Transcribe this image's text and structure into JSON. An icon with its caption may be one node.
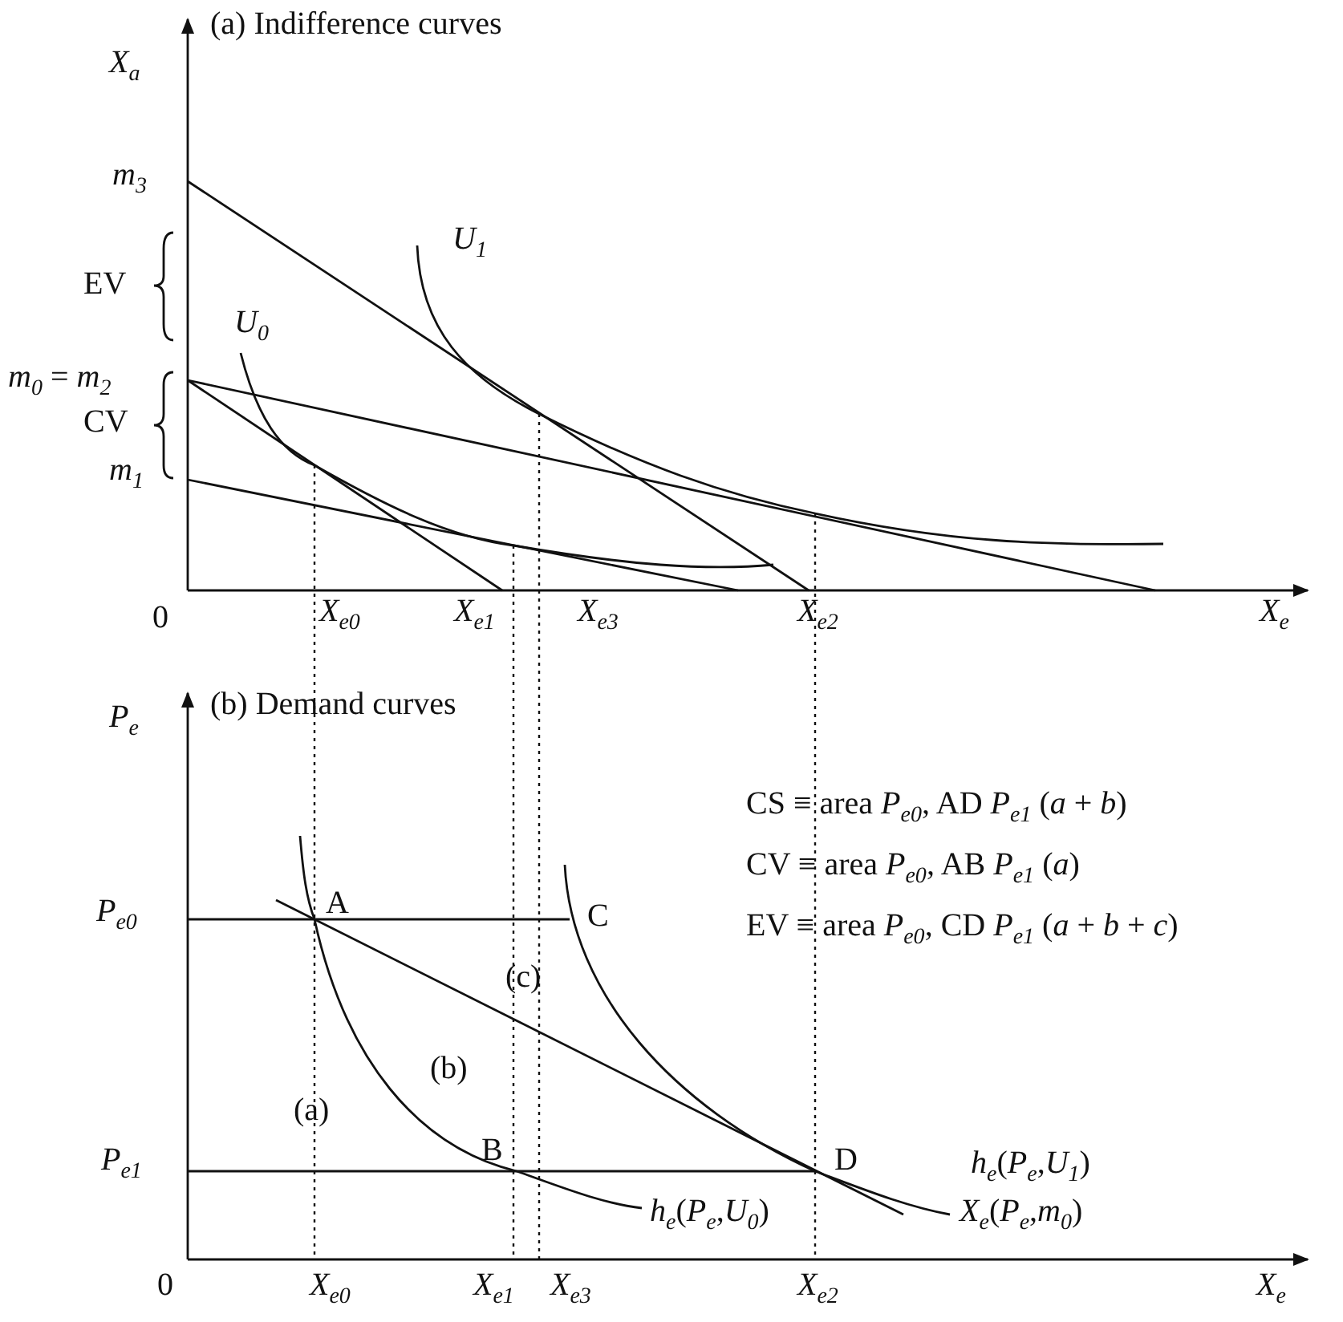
{
  "diagram": {
    "labels": [
      "*X*$_{a}$",
      "(a) Indifference curves",
      "*m*$_{3}$",
      "*U*$_{1}$",
      "EV",
      "*U*$_{0}$",
      "*m*$_{0}$ = *m*$_{2}$",
      "CV",
      "*m*$_{1}$",
      "0",
      "*X*$_{e0}$",
      "*X*$_{e1}$",
      "*X*$_{e3}$",
      "*X*$_{e2}$",
      "*X*$_{e}$",
      "*P*$_{e}$",
      "(b) Demand curves",
      "CS ≡ area *P*$_{e0}$, AD *P*$_{e1}$  (*a* + *b*)",
      "CV ≡ area *P*$_{e0}$, AB *P*$_{e1}$  (*a*)",
      "EV ≡ area *P*$_{e0}$, CD *P*$_{e1}$  (*a* + *b* + *c*)",
      "*P*$_{e0}$",
      "A",
      "C",
      "(c)",
      "(b)",
      "(a)",
      "*P*$_{e1}$",
      "B",
      "D",
      "*h*$_{e}$(*P*$_{e}$,*U*$_{1}$)",
      "*h*$_{e}$(*P*$_{e}$,*U*$_{0}$)",
      "*X*$_{e}$(*P*$_{e}$,*m*$_{0}$)",
      "0",
      "*X*$_{e0}$",
      "*X*$_{e1}$",
      "*X*$_{e3}$",
      "*X*$_{e2}$",
      "*X*$_{e}$"
    ]
  }
}
